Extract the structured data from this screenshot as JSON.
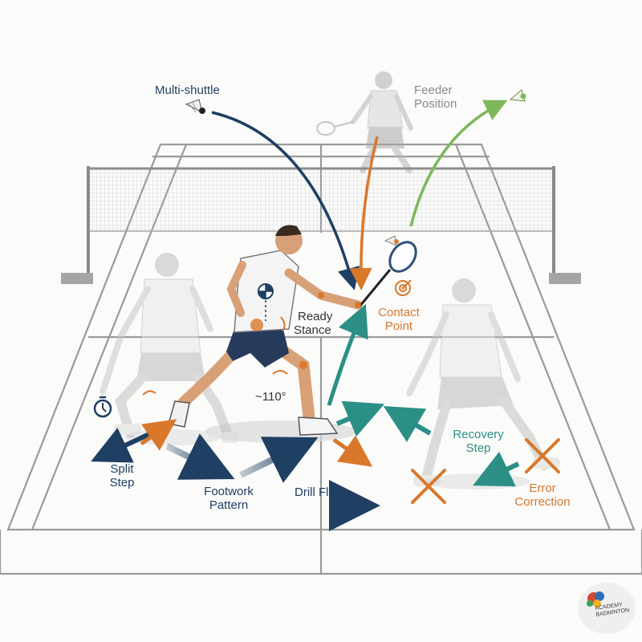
{
  "labels": {
    "multi_shuttle": "Multi-shuttle",
    "feeder_line1": "Feeder",
    "feeder_line2": "Position",
    "ready_line1": "Ready",
    "ready_line2": "Stance",
    "contact_line1": "Contact",
    "contact_line2": "Point",
    "knee_angle": "~110°",
    "split_line1": "Split",
    "split_line2": "Step",
    "footwork_line1": "Footwork",
    "footwork_line2": "Pattern",
    "drill_flow": "Drill Flow",
    "recovery_line1": "Recovery",
    "recovery_line2": "Step",
    "error_line1": "Error",
    "error_line2": "Correction"
  },
  "logo": {
    "line1": "ACADEMY",
    "line2": "BADMINTON"
  },
  "icons": [
    "shuttlecock-icon",
    "stopwatch-icon",
    "target-icon",
    "error-x-icon"
  ],
  "colors": {
    "navy": "#1f3f63",
    "orange": "#d9772b",
    "teal": "#2b8f86",
    "green": "#7db85a",
    "court_line": "#9a9a9a",
    "player_shirt": "#f4f4f4",
    "player_shorts": "#263a5c",
    "skin": "#d8a077"
  }
}
